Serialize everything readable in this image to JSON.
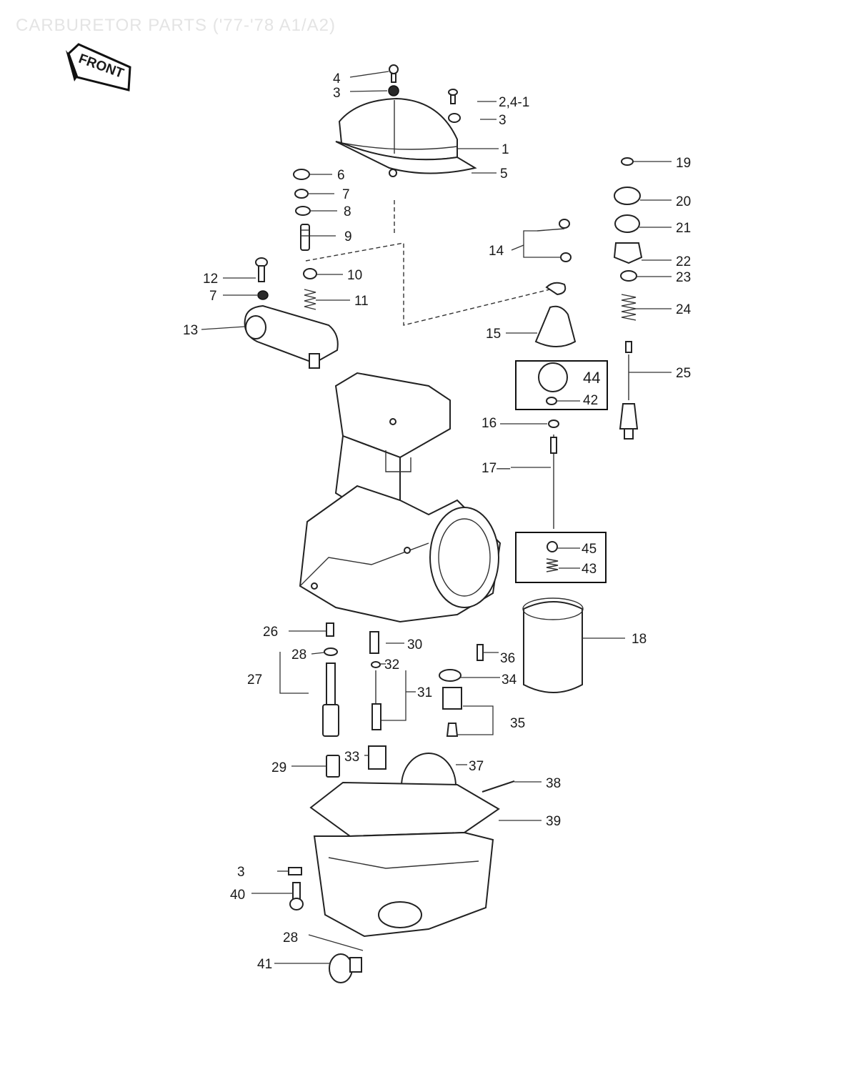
{
  "title": "CARBURETOR PARTS ('77-'78 A1/A2)",
  "front_label": "FRONT",
  "colors": {
    "ink": "#1a1a1a",
    "title_ghost": "#e4e4e4",
    "paper": "#ffffff"
  },
  "callouts": {
    "c4": "4",
    "c3a": "3",
    "c2_4_1": "2,4-1",
    "c3b": "3",
    "c1": "1",
    "c5": "5",
    "c6": "6",
    "c7a": "7",
    "c8": "8",
    "c9": "9",
    "c10": "10",
    "c11": "11",
    "c12": "12",
    "c7b": "7",
    "c13": "13",
    "c14": "14",
    "c15": "15",
    "c19": "19",
    "c20": "20",
    "c21": "21",
    "c22": "22",
    "c23": "23",
    "c24": "24",
    "c25": "25",
    "c44": "44",
    "c42": "42",
    "c16": "16",
    "c17": "17—",
    "c45": "45",
    "c43": "43",
    "c18": "18",
    "c26": "26",
    "c28a": "28",
    "c27": "27",
    "c30": "30",
    "c32": "32",
    "c31": "31",
    "c36": "36",
    "c34": "34",
    "c35": "35",
    "c29": "29",
    "c33": "33",
    "c37": "37",
    "c38": "38",
    "c39": "39",
    "c3c": "3",
    "c40": "40",
    "c28b": "28",
    "c41": "41"
  }
}
